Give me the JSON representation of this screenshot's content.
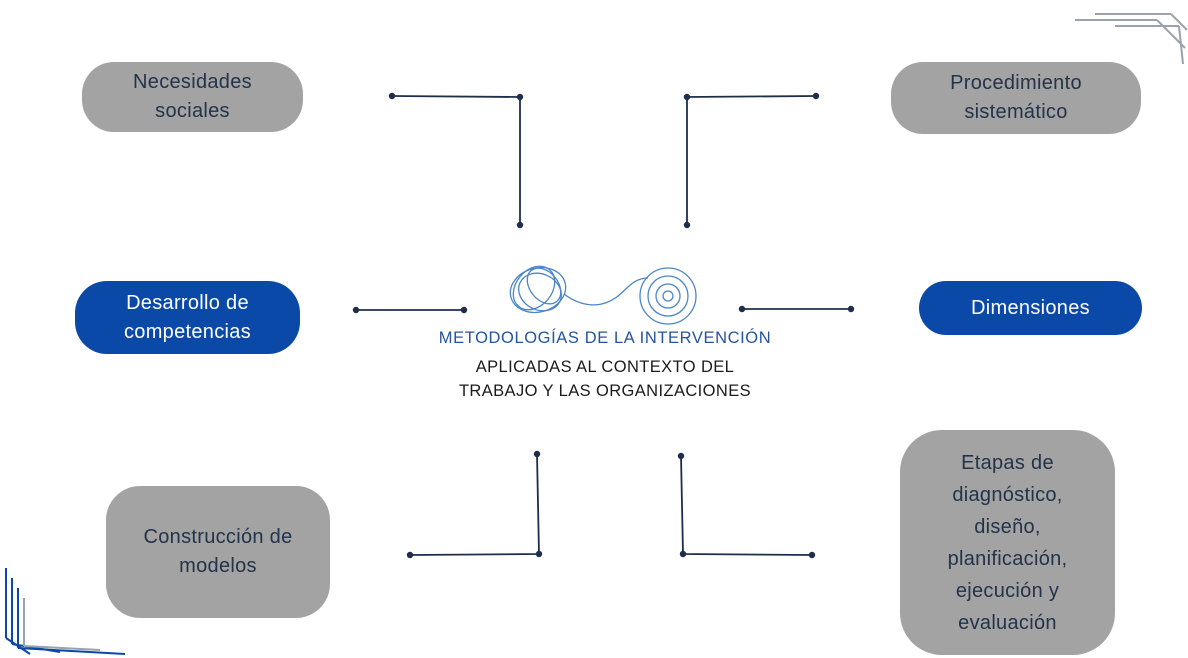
{
  "diagram": {
    "center": {
      "title": "METODOLOGÍAS DE LA INTERVENCIÓN",
      "subtitle": "APLICADAS AL CONTEXTO DEL\nTRABAJO Y LAS ORGANIZACIONES"
    },
    "nodes": {
      "necesidades": "Necesidades\nsociales",
      "procedimiento": "Procedimiento\nsistemático",
      "desarrollo": "Desarrollo de\ncompetencias",
      "dimensiones": "Dimensiones",
      "construccion": "Construcción de\nmodelos",
      "etapas": "Etapas de\ndiagnóstico,\ndiseño,\nplanificación,\nejecución y\nevaluación"
    },
    "colors": {
      "grey_node": "#a3a3a3",
      "blue_node": "#0a49a8",
      "connector": "#1f2d4d",
      "title": "#2454a0"
    }
  }
}
